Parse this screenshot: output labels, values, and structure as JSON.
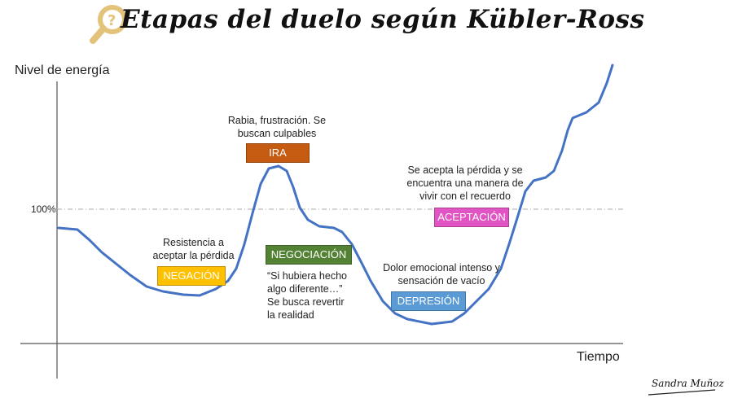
{
  "title": "Etapas del duelo según Kübler-Ross",
  "y_axis_label": "Nivel de energía",
  "x_axis_label": "Tiempo",
  "reference_line_label": "100%",
  "stages": [
    {
      "label": "NEGACIÓN",
      "color": "#FFC000",
      "text_color": "#FFFFFF",
      "description": "Resistencia a aceptar la pérdida"
    },
    {
      "label": "IRA",
      "color": "#C55A11",
      "description": "Rabia, frustración. Se buscan culpables"
    },
    {
      "label": "NEGOCIACIÓN",
      "color": "#548235",
      "description": "“Si hubiera hecho algo diferente…” Se busca revertir la realidad"
    },
    {
      "label": "DEPRESIÓN",
      "color": "#5B9BD5",
      "description": "Dolor emocional intenso y sensación de vacío"
    },
    {
      "label": "ACEPTACIÓN",
      "color": "#E055C3",
      "description": "Se acepta la pérdida y se encuentra una manera de vivir con el recuerdo"
    }
  ],
  "curve_color": "#4472C4",
  "signature": "Sandra Muñoz"
}
